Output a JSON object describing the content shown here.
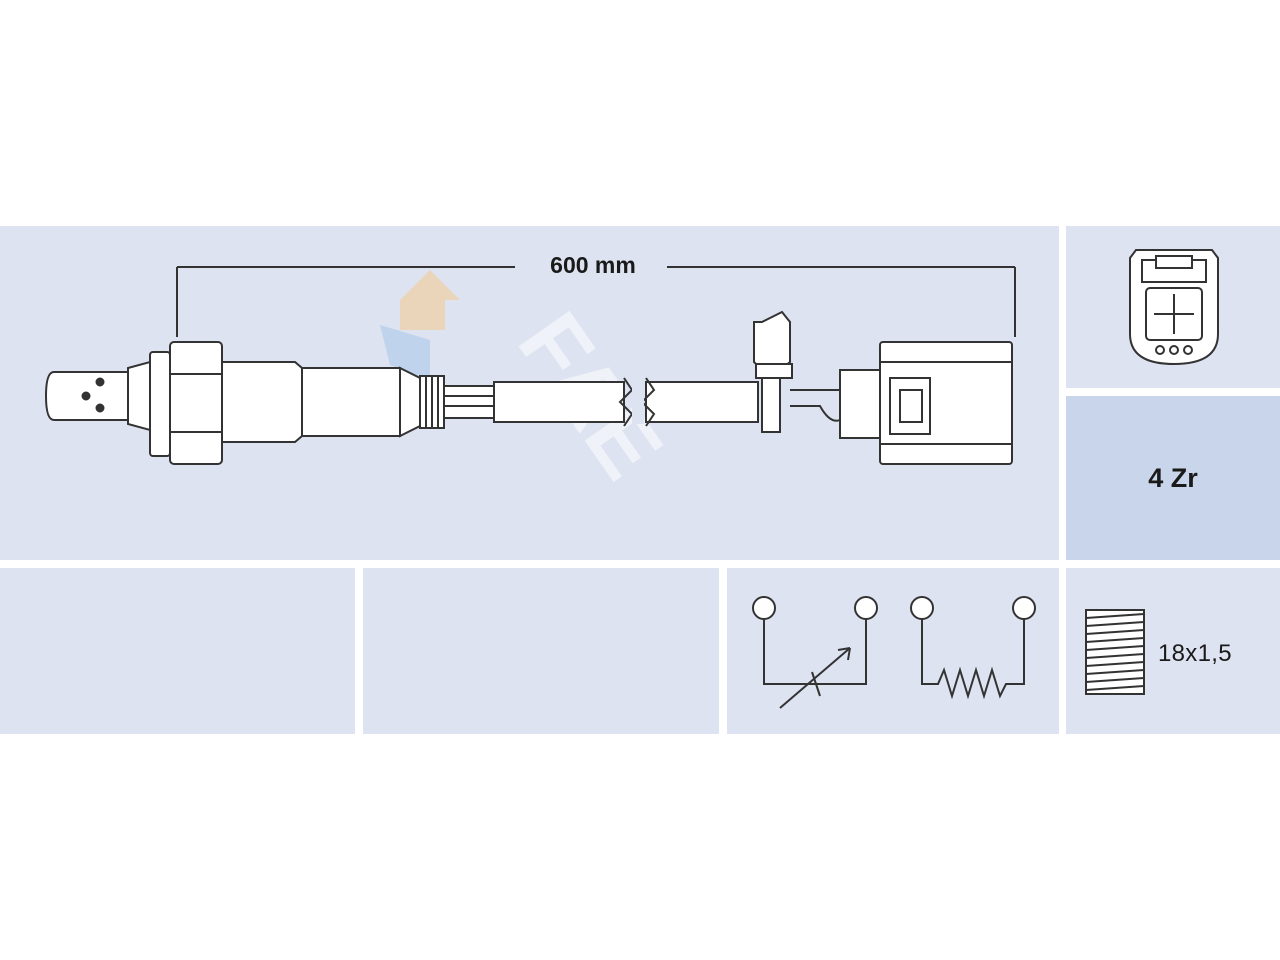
{
  "product": {
    "dimension_label": "600 mm",
    "sensor_type": "4 Zr",
    "thread_size": "18x1,5"
  },
  "brand": {
    "watermark": "FAE",
    "accent_color": "#f5c98f",
    "secondary_color": "#a9c7ea"
  },
  "colors": {
    "panel_background": "#dde3f0",
    "panel_highlight": "#c9d5ea",
    "line_color": "#333333"
  },
  "icons": {
    "connector": "connector-face-icon",
    "sensor": "lambda-sensor-icon",
    "circuit": "circuit-schematic-icon",
    "thread": "thread-icon"
  }
}
